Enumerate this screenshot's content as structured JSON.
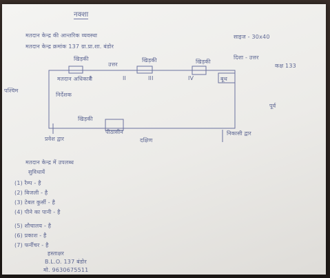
{
  "document": {
    "title": "नक्शा",
    "header_line_1": "मतदान केन्द्र की आन्तरिक व्यवस्था",
    "header_line_2": "मतदान केन्द्र क्रमांक 137 ग्रा.प्रा.शा. बंडोर",
    "header_note_1": "साइज - 30x40",
    "header_note_2": "दिशा - उत्तर",
    "header_note_3": "कक्ष 133",
    "diagram": {
      "west_label": "पश्चिम",
      "east_label": "पूर्व",
      "booth_labels": [
        "खिड़की",
        "खिड़की",
        "खिड़की"
      ],
      "top_label_1": "उत्तर",
      "officer_label": "मतदान अधिकारी",
      "roman_1": "I",
      "roman_2": "II",
      "roman_3": "III",
      "roman_4": "IV",
      "box_label": "बूथ",
      "desk_label": "निर्देशक",
      "window_label": "खिड़की",
      "center_label": "पीठासीन",
      "entrance_label": "प्रवेश द्वार",
      "exit_label": "निकासी द्वार",
      "south_label": "दक्षिण"
    },
    "facilities_heading": "मतदान केन्द्र में उपलब्ध",
    "facilities_subheading": "सुविधायें",
    "facilities": [
      "(1) रैम्प - है",
      "(2) बिजली - है",
      "(3) टेबल कुर्सी - है",
      "(4) पीने का पानी - है",
      "(5) शौचालय - है",
      "(6) प्रकाश - है",
      "(7) फर्नीचर - है"
    ],
    "signature_label": "हस्ताक्षर",
    "signature_line_1": "B.L.O. 137 बंडोर",
    "signature_line_2": "मो. 9630675511"
  }
}
